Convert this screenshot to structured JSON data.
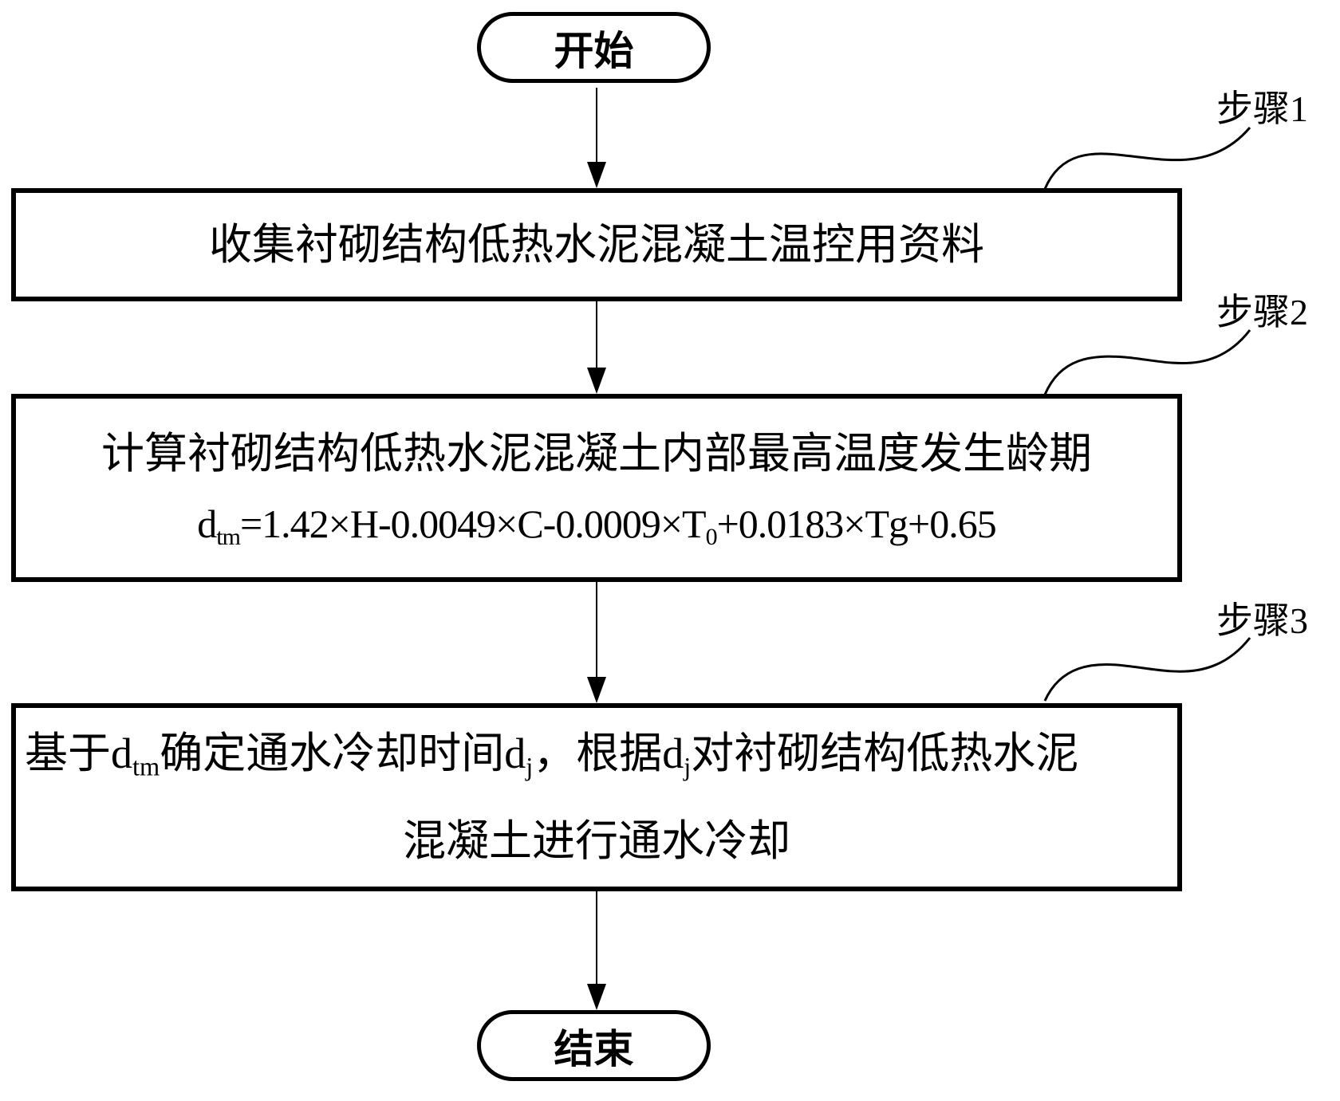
{
  "flowchart": {
    "start": {
      "label": "开始"
    },
    "end": {
      "label": "结束"
    },
    "steps": [
      {
        "tag": "步骤1",
        "text": "收集衬砌结构低热水泥混凝土温控用资料"
      },
      {
        "tag": "步骤2",
        "text": "计算衬砌结构低热水泥混凝土内部最高温度发生龄期",
        "formula": {
          "lhs_base": "d",
          "lhs_sub": "tm",
          "part1": "=1.42×H-0.0049×C-0.0009×T",
          "t0_sub": "0",
          "part2": "+0.0183×Tg+0.65"
        }
      },
      {
        "tag": "步骤3",
        "line1": {
          "a": "基于d",
          "sub_tm": "tm",
          "b": "确定通水冷却时间d",
          "sub_j1": "j",
          "c": "，根据d",
          "sub_j2": "j",
          "d": "对衬砌结构低热水泥"
        },
        "line2": "混凝土进行通水冷却"
      }
    ]
  }
}
